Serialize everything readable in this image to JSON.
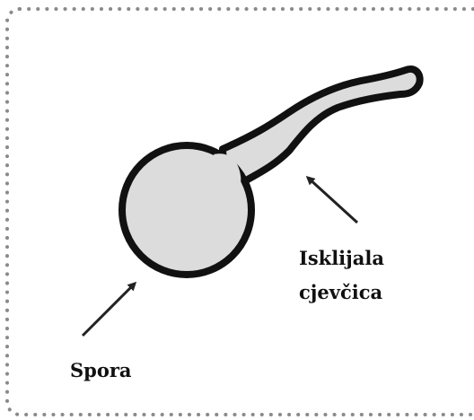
{
  "diagram": {
    "labels": {
      "spore": "Spora",
      "germ_tube_line1": "Isklijala",
      "germ_tube_line2": "cjevčica"
    },
    "colors": {
      "fill": "#dcdcdc",
      "outline": "#111111",
      "frame_dots": "#8a8a8a",
      "arrow": "#222222"
    }
  }
}
